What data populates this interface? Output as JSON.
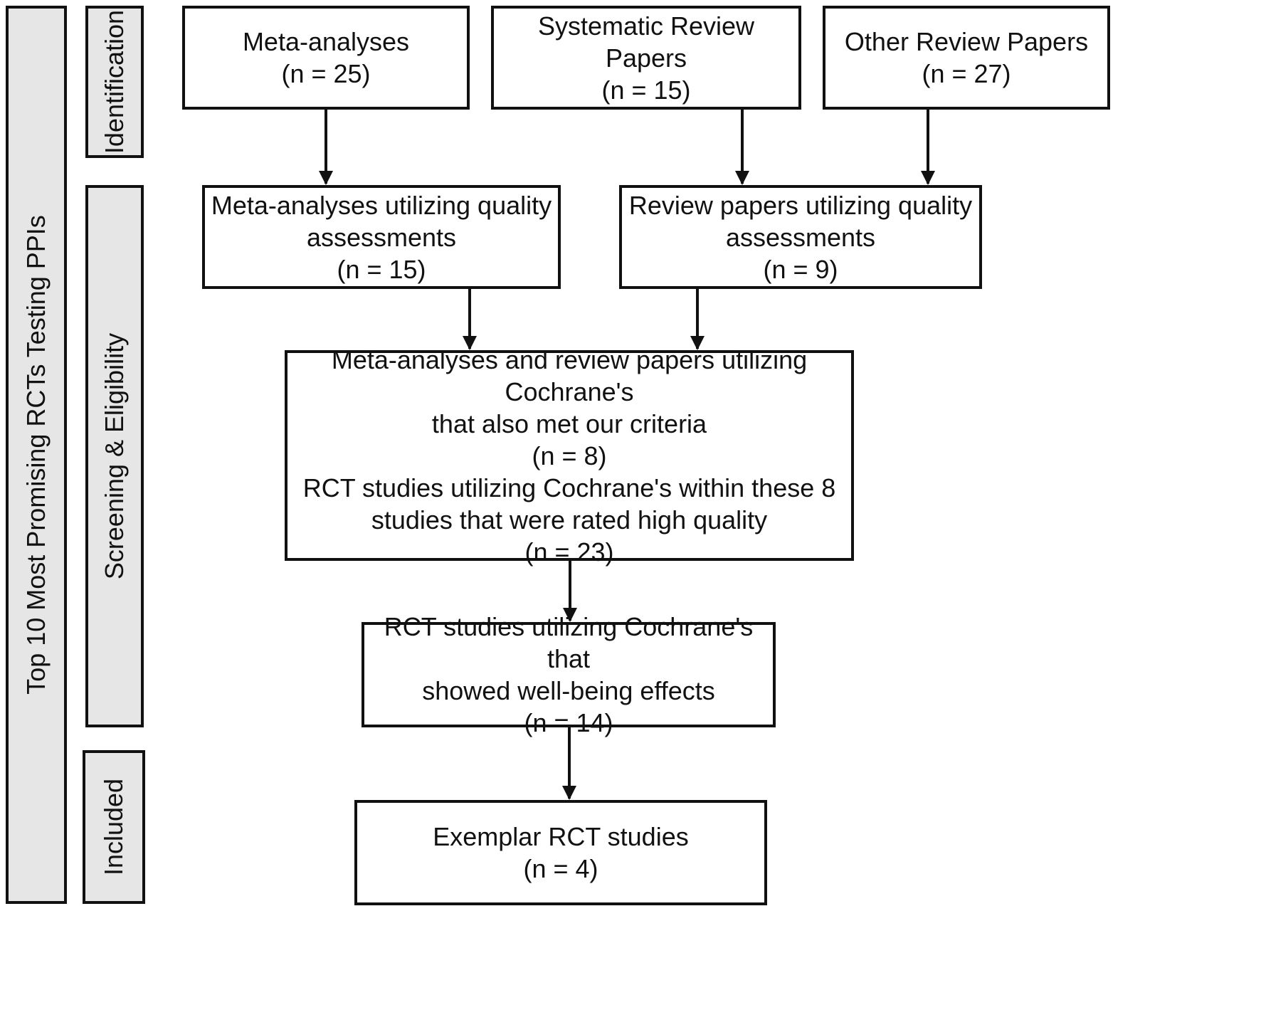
{
  "stages": {
    "overall": "Top 10 Most Promising RCTs Testing PPIs",
    "identification": "Identification",
    "screening": "Screening & Eligibility",
    "included": "Included"
  },
  "boxes": {
    "meta": {
      "title": "Meta-analyses",
      "n": "(n = 25)"
    },
    "systematic": {
      "title": "Systematic Review Papers",
      "n": "(n = 15)"
    },
    "other": {
      "title": "Other Review Papers",
      "n": "(n = 27)"
    },
    "meta_quality": {
      "line1": "Meta-analyses utilizing quality",
      "line2": "assessments",
      "n": "(n = 15)"
    },
    "review_quality": {
      "line1": "Review papers utilizing quality",
      "line2": "assessments",
      "n": "(n = 9)"
    },
    "cochrane": {
      "line1": "Meta-analyses and review papers utilizing Cochrane's",
      "line2": "that also met our criteria",
      "n1": "(n = 8)",
      "line3": "RCT studies utilizing Cochrane's within these 8",
      "line4": "studies that were rated high quality",
      "n2": "(n = 23)"
    },
    "wellbeing": {
      "line1": "RCT studies utilizing Cochrane's that",
      "line2": "showed well-being effects",
      "n": "(n = 14)"
    },
    "exemplar": {
      "title": "Exemplar RCT studies",
      "n": "(n = 4)"
    }
  }
}
